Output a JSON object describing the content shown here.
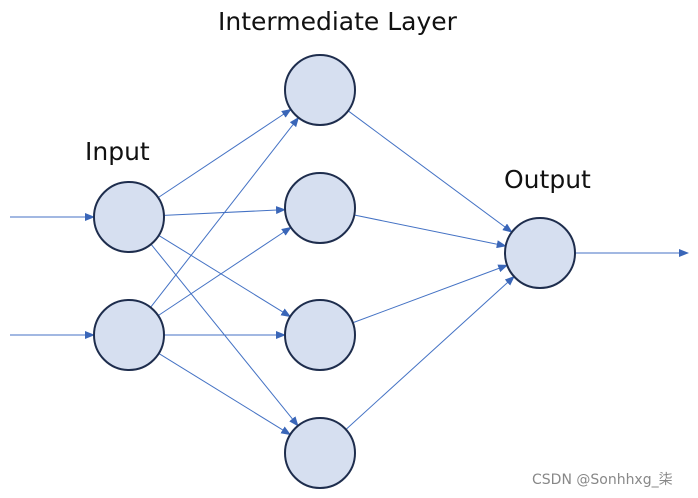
{
  "labels": {
    "input": "Input",
    "intermediate": "Intermediate Layer",
    "output": "Output"
  },
  "watermark": "CSDN @Sonhhxg_柒",
  "colors": {
    "node_fill": "#d6dff0",
    "node_stroke": "#1e2d4d",
    "edge": "#4472c4",
    "arrow": "#3a66b8"
  },
  "layers": [
    {
      "name": "input",
      "nodes": 2
    },
    {
      "name": "intermediate",
      "nodes": 4
    },
    {
      "name": "output",
      "nodes": 1
    }
  ]
}
